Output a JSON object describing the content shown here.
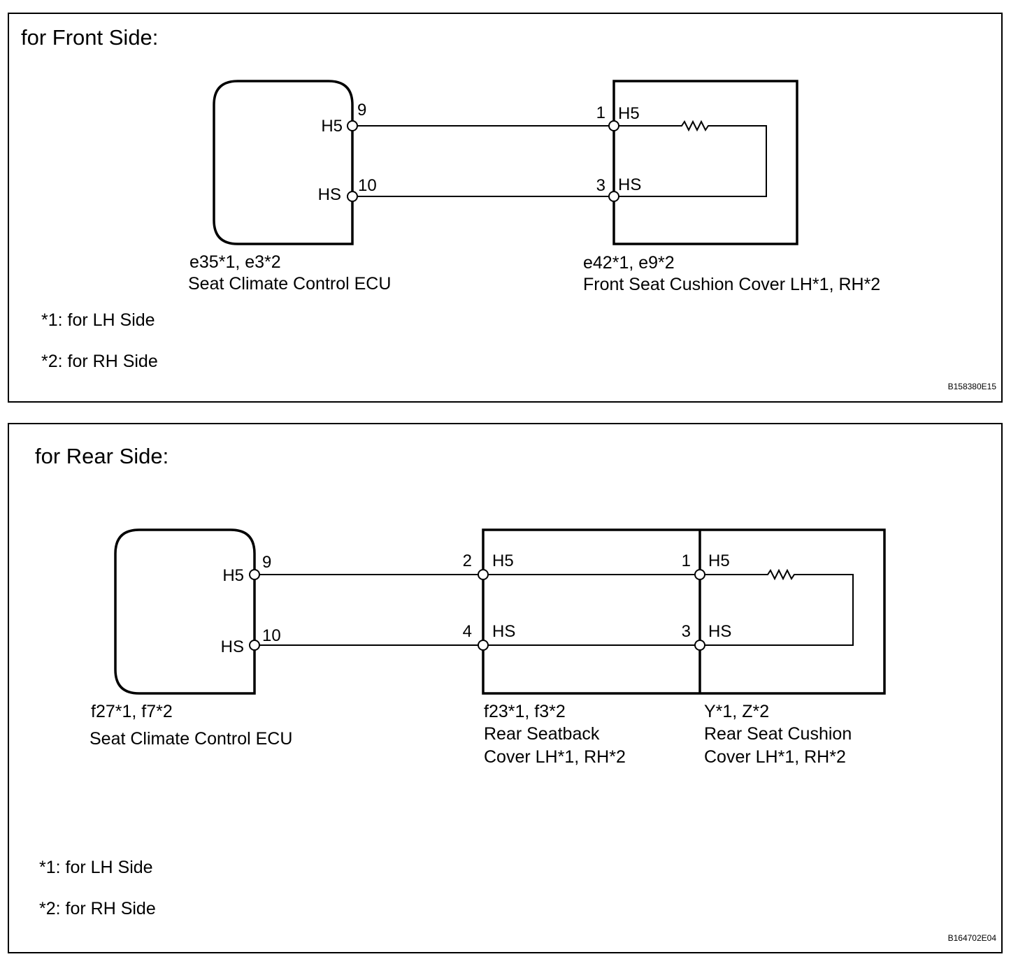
{
  "front": {
    "title": "for Front Side:",
    "ecu": {
      "code": "e35*1, e3*2",
      "name": "Seat Climate Control ECU",
      "pins": [
        {
          "name": "H5",
          "number": "9"
        },
        {
          "name": "HS",
          "number": "10"
        }
      ]
    },
    "cushion": {
      "code": "e42*1, e9*2",
      "name": "Front Seat Cushion Cover LH*1, RH*2",
      "pins": [
        {
          "name": "H5",
          "number": "1"
        },
        {
          "name": "HS",
          "number": "3"
        }
      ]
    },
    "notes": [
      "*1: for LH Side",
      "*2: for RH Side"
    ],
    "figure_code": "B158380E15"
  },
  "rear": {
    "title": "for Rear Side:",
    "ecu": {
      "code": "f27*1, f7*2",
      "name": "Seat Climate Control ECU",
      "pins": [
        {
          "name": "H5",
          "number": "9"
        },
        {
          "name": "HS",
          "number": "10"
        }
      ]
    },
    "seatback": {
      "code": "f23*1, f3*2",
      "name_line1": "Rear Seatback",
      "name_line2": "Cover LH*1, RH*2",
      "pins": [
        {
          "name": "H5",
          "number": "2"
        },
        {
          "name": "HS",
          "number": "4"
        }
      ]
    },
    "cushion": {
      "code": "Y*1, Z*2",
      "name_line1": "Rear Seat Cushion",
      "name_line2": "Cover LH*1, RH*2",
      "pins": [
        {
          "name": "H5",
          "number": "1"
        },
        {
          "name": "HS",
          "number": "3"
        }
      ]
    },
    "notes": [
      "*1: for LH Side",
      "*2: for RH Side"
    ],
    "figure_code": "B164702E04"
  }
}
